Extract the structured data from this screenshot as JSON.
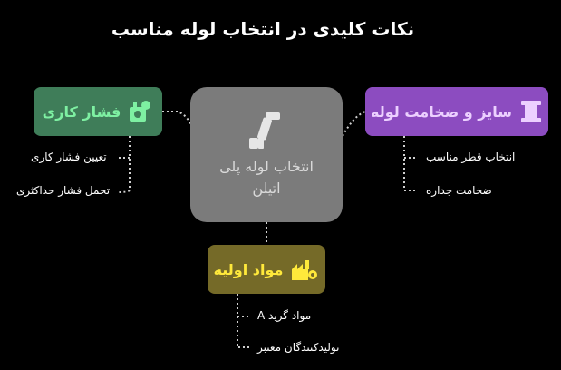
{
  "title": "نکات کلیدی در انتخاب لوله مناسب",
  "center": {
    "label_line1": "انتخاب لوله پلی",
    "label_line2": "اتیلن",
    "icon": "pipe-icon"
  },
  "branches": {
    "pressure": {
      "label": "فشار کاری",
      "icon": "pressure-gauge-icon",
      "items": [
        "تعیین فشار کاری",
        "تحمل فشار حداکثری"
      ]
    },
    "size": {
      "label": "سایز و ضخامت لوله",
      "icon": "ruler-icon",
      "items": [
        "انتخاب قطر مناسب",
        "ضخامت جداره"
      ]
    },
    "material": {
      "label": "مواد اولیه",
      "icon": "factory-icon",
      "items": [
        "مواد گرید A",
        "تولیدکنندگان معتبر"
      ]
    }
  },
  "colors": {
    "background": "#000000",
    "center": "#7b7b7b",
    "pressure": "#3f7d59",
    "size": "#8c4cc0",
    "material": "#756a28"
  }
}
